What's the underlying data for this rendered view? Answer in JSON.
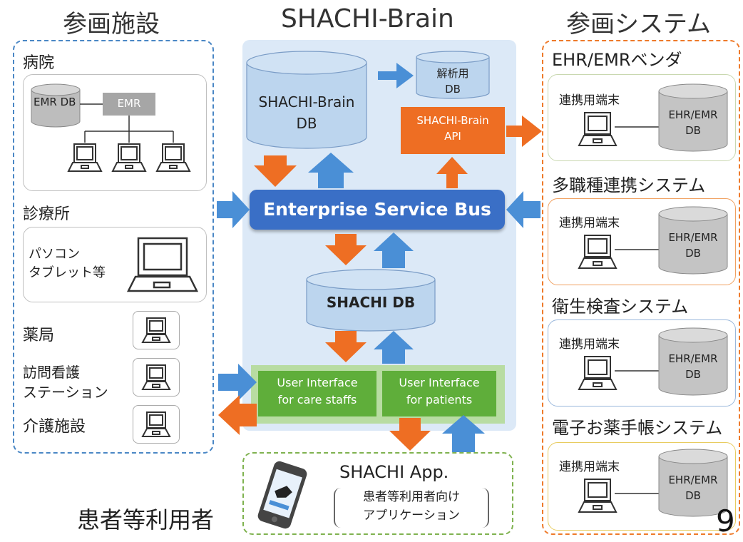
{
  "titles": {
    "facilities": "参画施設",
    "brain": "SHACHI-Brain",
    "systems": "参画システム"
  },
  "facilities": {
    "hospital": "病院",
    "emr_db": "EMR DB",
    "emr": "EMR",
    "clinic": "診療所",
    "clinic_device_line1": "パソコン",
    "clinic_device_line2": "タブレット等",
    "pharmacy": "薬局",
    "visiting_nursing_line1": "訪問看護",
    "visiting_nursing_line2": "ステーション",
    "care_facility": "介護施設"
  },
  "brain": {
    "db_line1": "SHACHI-Brain",
    "db_line2": "DB",
    "analysis_line1": "解析用",
    "analysis_line2": "DB",
    "api_line1": "SHACHI-Brain",
    "api_line2": "API",
    "esb": "Enterprise Service Bus",
    "shachi_db": "SHACHI DB",
    "ui_care_line1": "User Interface",
    "ui_care_line2": "for care staffs",
    "ui_patients_line1": "User Interface",
    "ui_patients_line2": "for patients"
  },
  "app": {
    "title": "SHACHI App.",
    "sub_line1": "患者等利用者向け",
    "sub_line2": "アプリケーション",
    "users": "患者等利用者"
  },
  "systems": {
    "items": [
      {
        "title": "EHR/EMRベンダ",
        "terminal": "連携用端末",
        "db_line1": "EHR/EMR",
        "db_line2": "DB"
      },
      {
        "title": "多職種連携システム",
        "terminal": "連携用端末",
        "db_line1": "EHR/EMR",
        "db_line2": "DB"
      },
      {
        "title": "衛生検査システム",
        "terminal": "連携用端末",
        "db_line1": "EHR/EMR",
        "db_line2": "DB"
      },
      {
        "title": "電子お薬手帳システム",
        "terminal": "連携用端末",
        "db_line1": "EHR/EMR",
        "db_line2": "DB"
      }
    ]
  },
  "page_number": "9",
  "colors": {
    "blue_arrow": "#4a8fd6",
    "orange_arrow": "#ee6e23",
    "esb": "#3a6fc6",
    "green_ui": "#5fae3a",
    "brain_bg": "#dce9f7"
  }
}
